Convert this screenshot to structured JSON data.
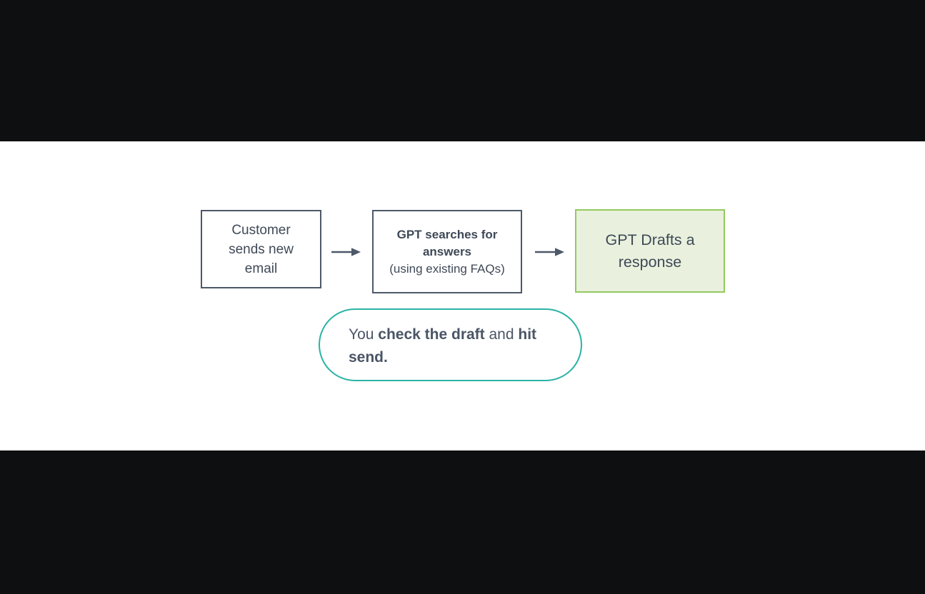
{
  "slide": {
    "bg_color": "#0e0f10",
    "canvas_color": "#ffffff"
  },
  "flow": {
    "step1": {
      "lines": [
        "Customer",
        "sends new",
        "email"
      ]
    },
    "step2": {
      "bold_lines": [
        "GPT searches for",
        "answers"
      ],
      "note": "(using existing FAQs)"
    },
    "step3": {
      "lines": [
        "GPT Drafts a",
        "response"
      ]
    }
  },
  "callout": {
    "segments": [
      {
        "text": "You ",
        "bold": false
      },
      {
        "text": "check the draft",
        "bold": true
      },
      {
        "text": " and ",
        "bold": false
      },
      {
        "text": "hit send.",
        "bold": true
      }
    ]
  },
  "colors": {
    "background": "#0e0f10",
    "box_border": "#4d5868",
    "box_text": "#3f4957",
    "green_border": "#94c95e",
    "green_fill": "#e9f1de",
    "teal_border": "#2bb3a5",
    "arrow": "#4d5868"
  }
}
